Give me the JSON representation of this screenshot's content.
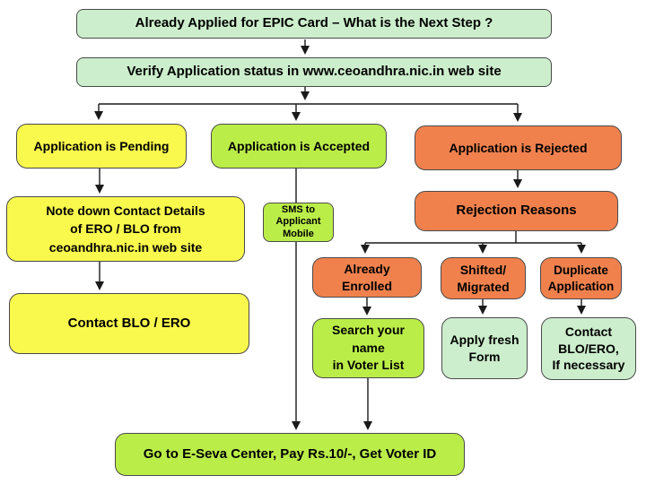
{
  "diagram": {
    "type": "flowchart",
    "title": "EPIC Card application next-step flowchart",
    "colors": {
      "pale_green": "#cceecc",
      "green": "#bbed49",
      "yellow": "#f9f84d",
      "orange": "#f0814d",
      "line": "#1a1a1a",
      "border": "#4a4a4a",
      "background": "#ffffff"
    },
    "nodes": {
      "title": {
        "label": "Already Applied for EPIC Card – What is the Next Step ?"
      },
      "verify": {
        "label": "Verify Application status in www.ceoandhra.nic.in web site"
      },
      "pending": {
        "label": "Application is Pending"
      },
      "accepted": {
        "label": "Application is Accepted"
      },
      "rejected": {
        "label": "Application is Rejected"
      },
      "note": {
        "label": "Note down Contact Details\nof ERO / BLO from\nceoandhra.nic.in web site"
      },
      "contact_blo": {
        "label": "Contact BLO / ERO"
      },
      "sms": {
        "label": "SMS to\nApplicant\nMobile"
      },
      "rejection_reasons": {
        "label": "Rejection Reasons"
      },
      "already_enrolled": {
        "label": "Already\nEnrolled"
      },
      "shifted": {
        "label": "Shifted/\nMigrated"
      },
      "duplicate": {
        "label": "Duplicate\nApplication"
      },
      "search": {
        "label": "Search your\nname\nin Voter List"
      },
      "apply_fresh": {
        "label": "Apply fresh\nForm"
      },
      "contact_if": {
        "label": "Contact\nBLO/ERO,\nIf necessary"
      },
      "eseva": {
        "label": "Go to E-Seva Center, Pay Rs.10/-, Get Voter ID"
      }
    }
  }
}
